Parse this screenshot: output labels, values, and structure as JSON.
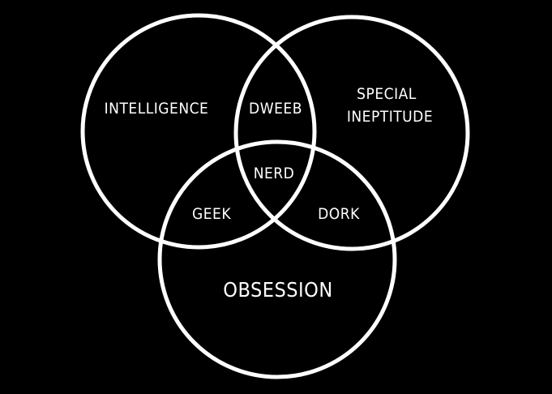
{
  "diagram": {
    "type": "venn",
    "colors": {
      "background": "#000000",
      "stroke": "#ffffff",
      "text": "#ffffff"
    },
    "sets": [
      {
        "id": "intelligence",
        "label": "INTELLIGENCE"
      },
      {
        "id": "ineptitude",
        "label_lines": [
          "SPECIAL",
          "INEPTITUDE"
        ]
      },
      {
        "id": "obsession",
        "label": "OBSESSION"
      }
    ],
    "intersections": [
      {
        "sets": [
          "intelligence",
          "ineptitude"
        ],
        "label": "DWEEB"
      },
      {
        "sets": [
          "intelligence",
          "ineptitude",
          "obsession"
        ],
        "label": "NERD"
      },
      {
        "sets": [
          "intelligence",
          "obsession"
        ],
        "label": "GEEK"
      },
      {
        "sets": [
          "ineptitude",
          "obsession"
        ],
        "label": "DORK"
      }
    ]
  }
}
